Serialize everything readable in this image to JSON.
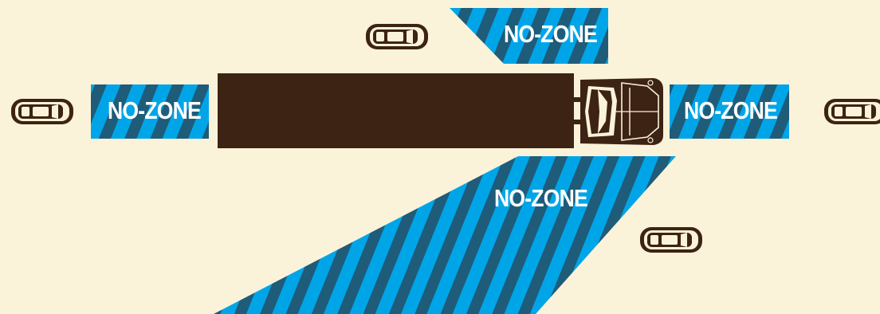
{
  "zones": {
    "rear": "NO-ZONE",
    "top_right": "NO-ZONE",
    "front": "NO-ZONE",
    "right_side": "NO-ZONE"
  },
  "colors": {
    "background": "#fbf3d9",
    "stripe_light": "#00a5e8",
    "stripe_dark": "#1e5c7a",
    "truck": "#3d2314",
    "label": "#ffffff"
  },
  "icons": {
    "truck": "semi-truck-top-view",
    "car": "car-top-view"
  }
}
